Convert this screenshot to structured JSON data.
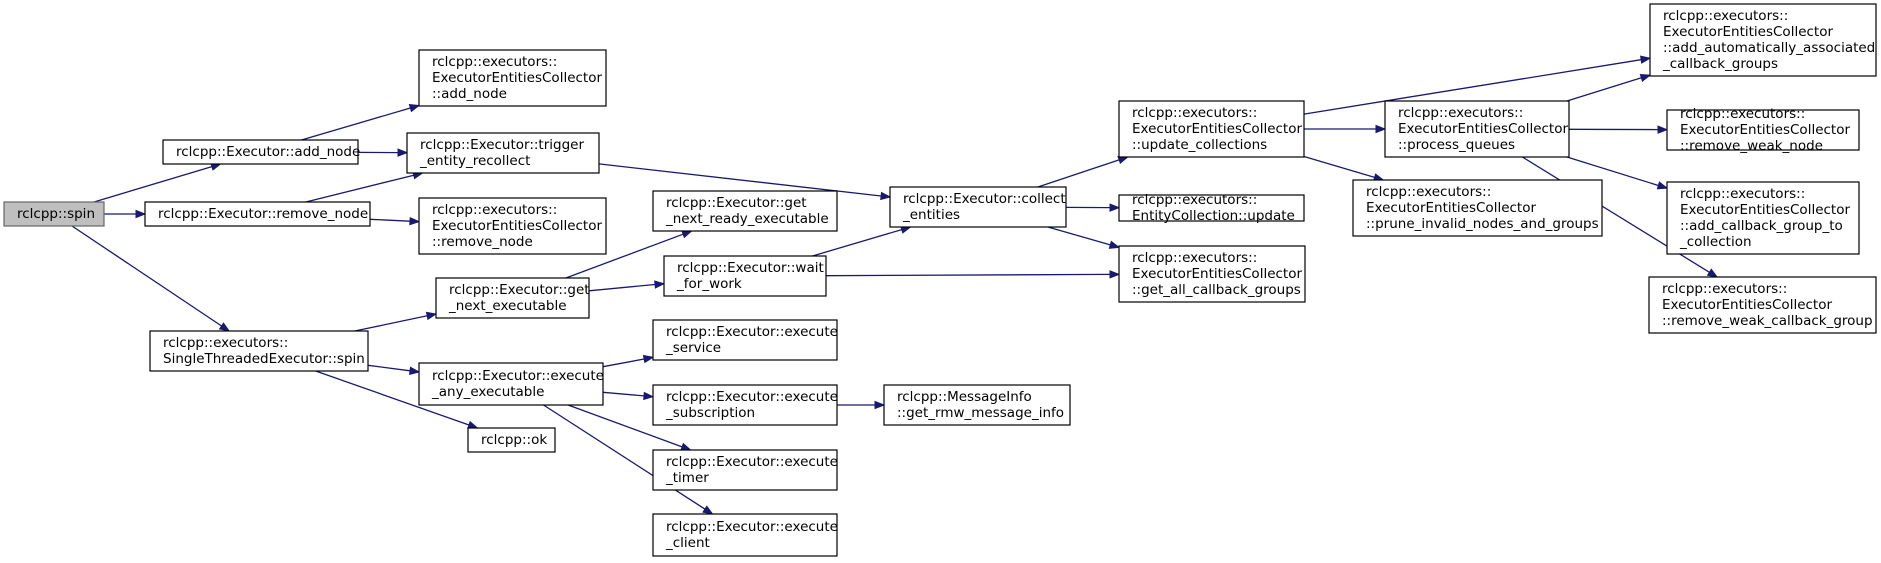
{
  "graph": {
    "edge_color": "#191970",
    "root_fill": "#bfbfbf",
    "nodes": [
      {
        "id": "spin",
        "lines": [
          "rclcpp::spin"
        ],
        "root": true
      },
      {
        "id": "exec_add_node",
        "lines": [
          "rclcpp::Executor::add_node"
        ]
      },
      {
        "id": "exec_remove_node",
        "lines": [
          "rclcpp::Executor::remove_node"
        ]
      },
      {
        "id": "ste_spin",
        "lines": [
          "rclcpp::executors::",
          "SingleThreadedExecutor::spin"
        ]
      },
      {
        "id": "eec_add_node",
        "lines": [
          "rclcpp::executors::",
          "ExecutorEntitiesCollector",
          "::add_node"
        ]
      },
      {
        "id": "trigger",
        "lines": [
          "rclcpp::Executor::trigger",
          "_entity_recollect"
        ]
      },
      {
        "id": "eec_remove_node",
        "lines": [
          "rclcpp::executors::",
          "ExecutorEntitiesCollector",
          "::remove_node"
        ]
      },
      {
        "id": "get_next_exec",
        "lines": [
          "rclcpp::Executor::get",
          "_next_executable"
        ]
      },
      {
        "id": "exec_any",
        "lines": [
          "rclcpp::Executor::execute",
          "_any_executable"
        ]
      },
      {
        "id": "ok",
        "lines": [
          "rclcpp::ok"
        ]
      },
      {
        "id": "get_next_ready",
        "lines": [
          "rclcpp::Executor::get",
          "_next_ready_executable"
        ]
      },
      {
        "id": "wait_for_work",
        "lines": [
          "rclcpp::Executor::wait",
          "_for_work"
        ]
      },
      {
        "id": "exec_service",
        "lines": [
          "rclcpp::Executor::execute",
          "_service"
        ]
      },
      {
        "id": "exec_subscription",
        "lines": [
          "rclcpp::Executor::execute",
          "_subscription"
        ]
      },
      {
        "id": "exec_timer",
        "lines": [
          "rclcpp::Executor::execute",
          "_timer"
        ]
      },
      {
        "id": "exec_client",
        "lines": [
          "rclcpp::Executor::execute",
          "_client"
        ]
      },
      {
        "id": "collect",
        "lines": [
          "rclcpp::Executor::collect",
          "_entities"
        ]
      },
      {
        "id": "msginfo",
        "lines": [
          "rclcpp::MessageInfo",
          "::get_rmw_message_info"
        ]
      },
      {
        "id": "update_collections",
        "lines": [
          "rclcpp::executors::",
          "ExecutorEntitiesCollector",
          "::update_collections"
        ]
      },
      {
        "id": "ec_update",
        "lines": [
          "rclcpp::executors::",
          "EntityCollection::update"
        ]
      },
      {
        "id": "get_all_cb",
        "lines": [
          "rclcpp::executors::",
          "ExecutorEntitiesCollector",
          "::get_all_callback_groups"
        ]
      },
      {
        "id": "process_queues",
        "lines": [
          "rclcpp::executors::",
          "ExecutorEntitiesCollector",
          "::process_queues"
        ]
      },
      {
        "id": "prune",
        "lines": [
          "rclcpp::executors::",
          "ExecutorEntitiesCollector",
          "::prune_invalid_nodes_and_groups"
        ]
      },
      {
        "id": "add_auto",
        "lines": [
          "rclcpp::executors::",
          "ExecutorEntitiesCollector",
          "::add_automatically_associated",
          "_callback_groups"
        ]
      },
      {
        "id": "remove_weak_node",
        "lines": [
          "rclcpp::executors::",
          "ExecutorEntitiesCollector",
          "::remove_weak_node"
        ]
      },
      {
        "id": "add_cb_group",
        "lines": [
          "rclcpp::executors::",
          "ExecutorEntitiesCollector",
          "::add_callback_group_to",
          "_collection"
        ]
      },
      {
        "id": "remove_weak_cb",
        "lines": [
          "rclcpp::executors::",
          "ExecutorEntitiesCollector",
          "::remove_weak_callback_group"
        ]
      }
    ],
    "edges": [
      [
        "spin",
        "exec_add_node"
      ],
      [
        "spin",
        "exec_remove_node"
      ],
      [
        "spin",
        "ste_spin"
      ],
      [
        "exec_add_node",
        "eec_add_node"
      ],
      [
        "exec_add_node",
        "trigger"
      ],
      [
        "exec_remove_node",
        "trigger"
      ],
      [
        "exec_remove_node",
        "eec_remove_node"
      ],
      [
        "trigger",
        "collect"
      ],
      [
        "ste_spin",
        "get_next_exec"
      ],
      [
        "ste_spin",
        "exec_any"
      ],
      [
        "ste_spin",
        "ok"
      ],
      [
        "get_next_exec",
        "get_next_ready"
      ],
      [
        "get_next_exec",
        "wait_for_work"
      ],
      [
        "wait_for_work",
        "collect"
      ],
      [
        "wait_for_work",
        "get_all_cb"
      ],
      [
        "exec_any",
        "exec_service"
      ],
      [
        "exec_any",
        "exec_subscription"
      ],
      [
        "exec_any",
        "exec_timer"
      ],
      [
        "exec_any",
        "exec_client"
      ],
      [
        "exec_subscription",
        "msginfo"
      ],
      [
        "collect",
        "update_collections"
      ],
      [
        "collect",
        "ec_update"
      ],
      [
        "collect",
        "get_all_cb"
      ],
      [
        "update_collections",
        "add_auto"
      ],
      [
        "update_collections",
        "process_queues"
      ],
      [
        "update_collections",
        "prune"
      ],
      [
        "process_queues",
        "add_auto"
      ],
      [
        "process_queues",
        "remove_weak_node"
      ],
      [
        "process_queues",
        "add_cb_group"
      ],
      [
        "process_queues",
        "remove_weak_cb"
      ]
    ]
  }
}
